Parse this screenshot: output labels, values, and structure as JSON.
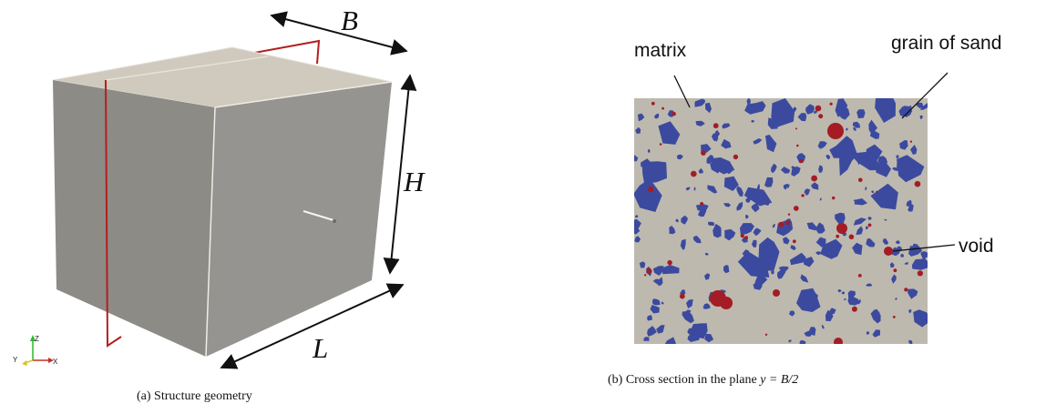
{
  "panel_a": {
    "labels": {
      "B": "B",
      "H": "H",
      "L": "L"
    },
    "axes": {
      "z": "Z",
      "y": "Y",
      "x": "X"
    },
    "caption": "(a) Structure geometry"
  },
  "panel_b": {
    "labels": {
      "matrix": "matrix",
      "grain": "grain of sand",
      "void": "void"
    },
    "caption_prefix": "(b) Cross section in the plane ",
    "caption_math": "y = B/2"
  },
  "colors": {
    "matrix": "#bdb9af",
    "grain": "#3b4a9f",
    "void": "#a51c24",
    "cut_plane": "#b41e1e",
    "cube_front": "#8d8b86",
    "cube_side": "#9a9893",
    "cube_top": "#cfcabd"
  }
}
